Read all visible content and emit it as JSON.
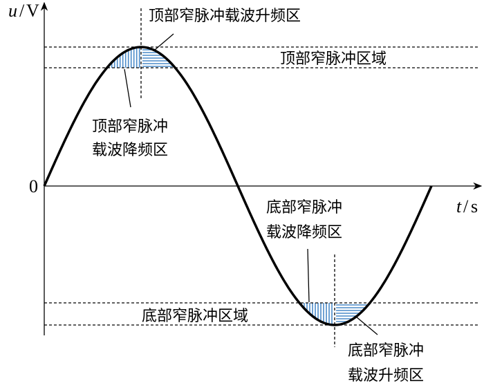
{
  "axes": {
    "y_var": "u",
    "y_unit": "V",
    "x_var": "t",
    "x_unit": "s",
    "origin": "0"
  },
  "labels": {
    "top_up": "顶部窄脉冲载波升频区",
    "top_region": "顶部窄脉冲区域",
    "top_down_1": "顶部窄脉冲",
    "top_down_2": "载波降频区",
    "bot_down_1": "底部窄脉冲",
    "bot_down_2": "载波降频区",
    "bot_region": "底部窄脉冲区域",
    "bot_up_1": "底部窄脉冲",
    "bot_up_2": "载波升频区"
  },
  "colors": {
    "hatch": "#4a8ac9",
    "curve": "#000000"
  }
}
